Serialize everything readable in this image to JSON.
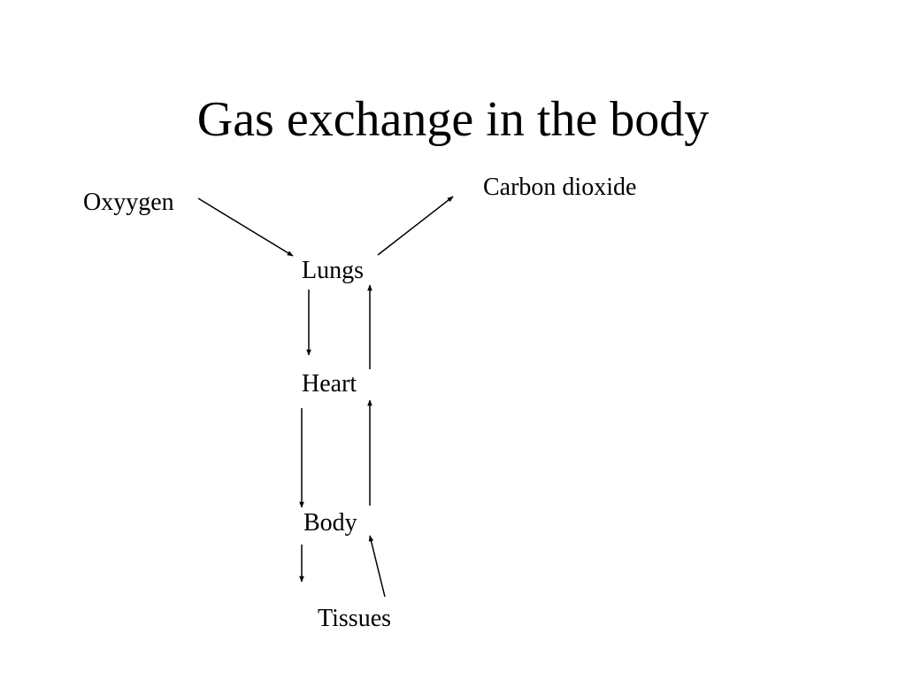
{
  "slide": {
    "title": "Gas exchange in the body"
  },
  "diagram": {
    "nodes": {
      "oxygen": "Oxyygen",
      "carbon_dioxide": "Carbon dioxide",
      "lungs": "Lungs",
      "heart": "Heart",
      "body": "Body",
      "tissues": "Tissues"
    },
    "arrows": [
      {
        "from": "oxygen",
        "to": "lungs"
      },
      {
        "from": "lungs",
        "to": "carbon_dioxide"
      },
      {
        "from": "lungs",
        "to": "heart"
      },
      {
        "from": "heart",
        "to": "lungs"
      },
      {
        "from": "heart",
        "to": "body"
      },
      {
        "from": "body",
        "to": "heart"
      },
      {
        "from": "body",
        "to": "tissues"
      },
      {
        "from": "tissues",
        "to": "body"
      }
    ]
  }
}
